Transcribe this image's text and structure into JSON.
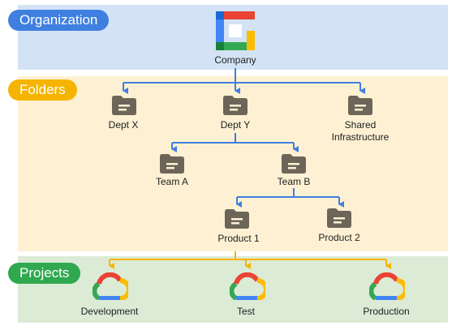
{
  "organization": {
    "label": "Organization",
    "node": {
      "label": "Company",
      "icon": "google-cloud-organization-icon"
    }
  },
  "folders": {
    "label": "Folders",
    "nodes": [
      {
        "id": "dept-x",
        "label": "Dept X",
        "icon": "folder-icon"
      },
      {
        "id": "dept-y",
        "label": "Dept Y",
        "icon": "folder-icon"
      },
      {
        "id": "shared",
        "label": "Shared\nInfrastructure",
        "icon": "folder-icon"
      },
      {
        "id": "team-a",
        "label": "Team A",
        "icon": "folder-icon"
      },
      {
        "id": "team-b",
        "label": "Team B",
        "icon": "folder-icon"
      },
      {
        "id": "product-1",
        "label": "Product 1",
        "icon": "folder-icon"
      },
      {
        "id": "product-2",
        "label": "Product 2",
        "icon": "folder-icon"
      }
    ]
  },
  "projects": {
    "label": "Projects",
    "nodes": [
      {
        "id": "development",
        "label": "Development",
        "icon": "google-cloud-icon"
      },
      {
        "id": "test",
        "label": "Test",
        "icon": "google-cloud-icon"
      },
      {
        "id": "production",
        "label": "Production",
        "icon": "google-cloud-icon"
      }
    ]
  },
  "edges": [
    {
      "from": "company",
      "to": [
        "dept-x",
        "dept-y",
        "shared"
      ]
    },
    {
      "from": "dept-y",
      "to": [
        "team-a",
        "team-b"
      ]
    },
    {
      "from": "team-b",
      "to": [
        "product-1",
        "product-2"
      ]
    },
    {
      "from": "folders",
      "to": [
        "development",
        "test",
        "production"
      ]
    }
  ],
  "colors": {
    "org_band": "#d3e3f5",
    "folder_band": "#fef1d3",
    "project_band": "#dcebd6",
    "folder_arrow": "#3f7fe0",
    "project_arrow": "#f6b400",
    "folder_icon": "#6d6558"
  }
}
